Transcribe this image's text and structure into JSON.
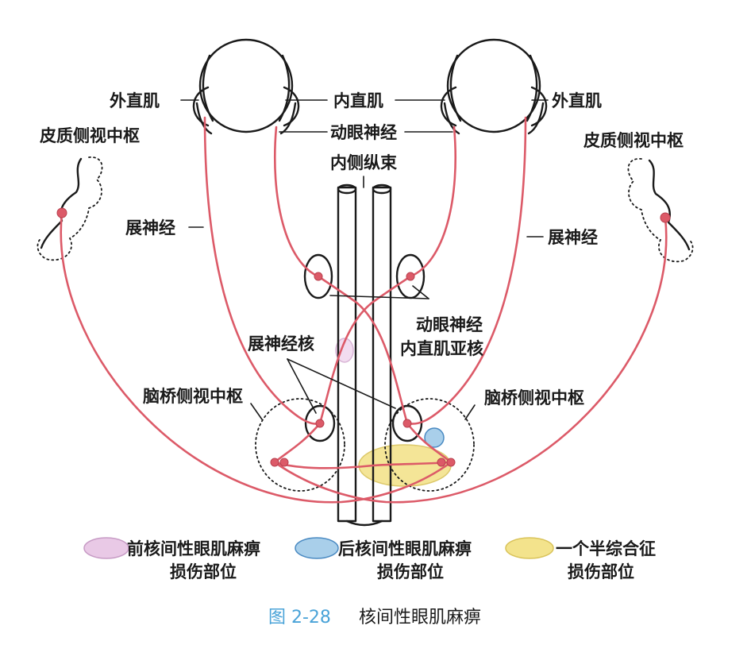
{
  "labels": {
    "lateral_rectus": "外直肌",
    "medial_rectus": "内直肌",
    "oculomotor_nerve": "动眼神经",
    "mlf": "内侧纵束",
    "cortical_gaze_center": "皮质侧视中枢",
    "abducens_nerve": "展神经",
    "abducens_nucleus": "展神经核",
    "oculomotor_subnucleus_line1": "动眼神经",
    "oculomotor_subnucleus_line2": "内直肌亚核",
    "pontine_gaze_center": "脑桥侧视中枢"
  },
  "legend": [
    {
      "line1": "前核间性眼肌麻痹",
      "line2": "损伤部位",
      "color": "#e9c9e6",
      "stroke": "#c79bc5"
    },
    {
      "line1": "后核间性眼肌麻痹",
      "line2": "损伤部位",
      "color": "#a9cfea",
      "stroke": "#4a8ac2"
    },
    {
      "line1": "一个半综合征",
      "line2": "损伤部位",
      "color": "#f3e38c",
      "stroke": "#d9c35a"
    }
  ],
  "caption": {
    "number": "图 2-28",
    "title": "核间性眼肌麻痹"
  },
  "colors": {
    "nerve": "#dc5a68",
    "ink": "#1a1a1a",
    "caption_number": "#4aa3d8"
  }
}
